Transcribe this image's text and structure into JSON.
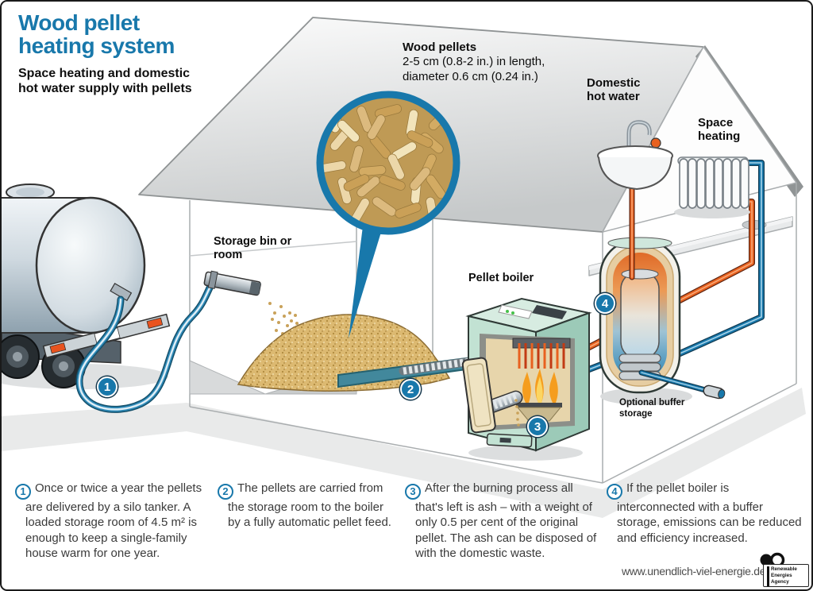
{
  "header": {
    "title": "Wood pellet heating system",
    "subtitle": "Space heating and domestic hot water supply with pellets"
  },
  "labels": {
    "wood_pellets_title": "Wood pellets",
    "wood_pellets_desc": "2-5 cm (0.8-2 in.) in length, diameter 0.6 cm (0.24 in.)",
    "domestic_hot_water": "Domestic hot water",
    "space_heating": "Space heating",
    "storage_bin": "Storage bin or room",
    "pellet_boiler": "Pellet boiler",
    "optional_buffer": "Optional buffer storage"
  },
  "markers": {
    "m1": "1",
    "m2": "2",
    "m3": "3",
    "m4": "4"
  },
  "steps": [
    {
      "num": "1",
      "text": "Once or twice a year the pellets are delivered by a silo tanker. A loaded storage room of 4.5 m² is enough to keep a single-family house warm for one year."
    },
    {
      "num": "2",
      "text": "The pellets are carried from the storage room to the boiler by a fully automatic pellet feed."
    },
    {
      "num": "3",
      "text": "After the burning process all that's left is ash – with a weight of only 0.5 per cent of the original pellet. The ash can be disposed of with the domestic waste."
    },
    {
      "num": "4",
      "text": "If the pellet boiler is interconnected with a buffer storage, emissions can be reduced and efficiency increased."
    }
  ],
  "footer": {
    "url": "www.unendlich-viel-energie.de",
    "logo": [
      "Renewable",
      "Energies",
      "Agency"
    ]
  },
  "colors": {
    "accent_blue": "#1878ab",
    "hot_pipe_orange": "#e8611f",
    "cold_pipe_blue": "#1878ab",
    "pellet_tan": "#dcb971",
    "boiler_mint": "#c2e2d3"
  }
}
